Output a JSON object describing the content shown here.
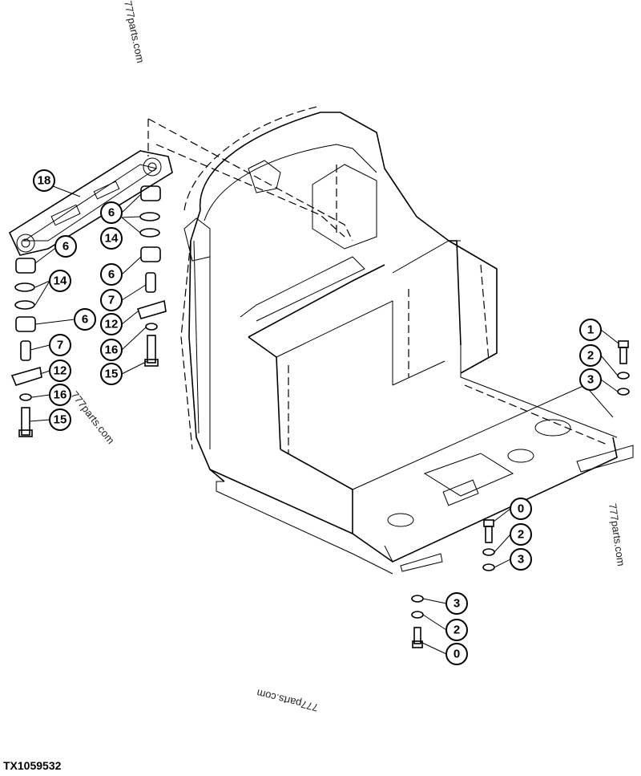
{
  "figure_id": "TX1059532",
  "watermarks": [
    "777parts.com",
    "777parts.com",
    "777parts.com",
    "777parts.com"
  ],
  "callouts": [
    {
      "id": "c18",
      "label": "18"
    },
    {
      "id": "c6a",
      "label": "6"
    },
    {
      "id": "c14a",
      "label": "14"
    },
    {
      "id": "c6b",
      "label": "6"
    },
    {
      "id": "c7a",
      "label": "7"
    },
    {
      "id": "c12a",
      "label": "12"
    },
    {
      "id": "c16a",
      "label": "16"
    },
    {
      "id": "c15a",
      "label": "15"
    },
    {
      "id": "c6c",
      "label": "6"
    },
    {
      "id": "c14b",
      "label": "14"
    },
    {
      "id": "c6d",
      "label": "6"
    },
    {
      "id": "c7b",
      "label": "7"
    },
    {
      "id": "c12b",
      "label": "12"
    },
    {
      "id": "c16b",
      "label": "16"
    },
    {
      "id": "c15b",
      "label": "15"
    },
    {
      "id": "c1",
      "label": "1"
    },
    {
      "id": "c2a",
      "label": "2"
    },
    {
      "id": "c3a",
      "label": "3"
    },
    {
      "id": "c0a",
      "label": "0"
    },
    {
      "id": "c2b",
      "label": "2"
    },
    {
      "id": "c3b",
      "label": "3"
    },
    {
      "id": "c3c",
      "label": "3"
    },
    {
      "id": "c2c",
      "label": "2"
    },
    {
      "id": "c0b",
      "label": "0"
    }
  ]
}
